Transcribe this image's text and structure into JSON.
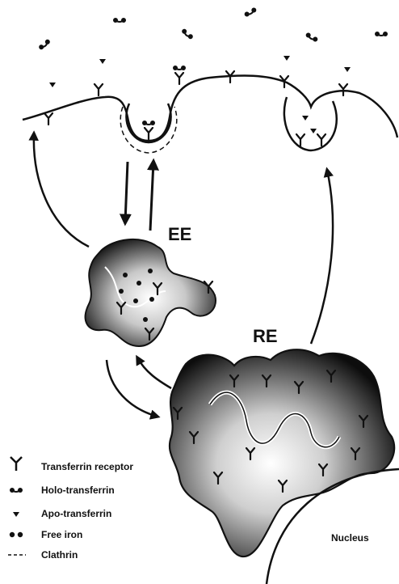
{
  "labels": {
    "early_endosome": "EE",
    "recycling_endosome": "RE",
    "nucleus": "Nucleus"
  },
  "legend": [
    {
      "icon": "transferrin-receptor-icon",
      "text": "Transferrin receptor"
    },
    {
      "icon": "holo-transferrin-icon",
      "text": "Holo-transferrin"
    },
    {
      "icon": "apo-transferrin-icon",
      "text": "Apo-transferrin"
    },
    {
      "icon": "free-iron-icon",
      "text": "Free iron"
    },
    {
      "icon": "clathrin-icon",
      "text": "Clathrin"
    }
  ],
  "colors": {
    "ink": "#111111",
    "background": "#ffffff"
  }
}
